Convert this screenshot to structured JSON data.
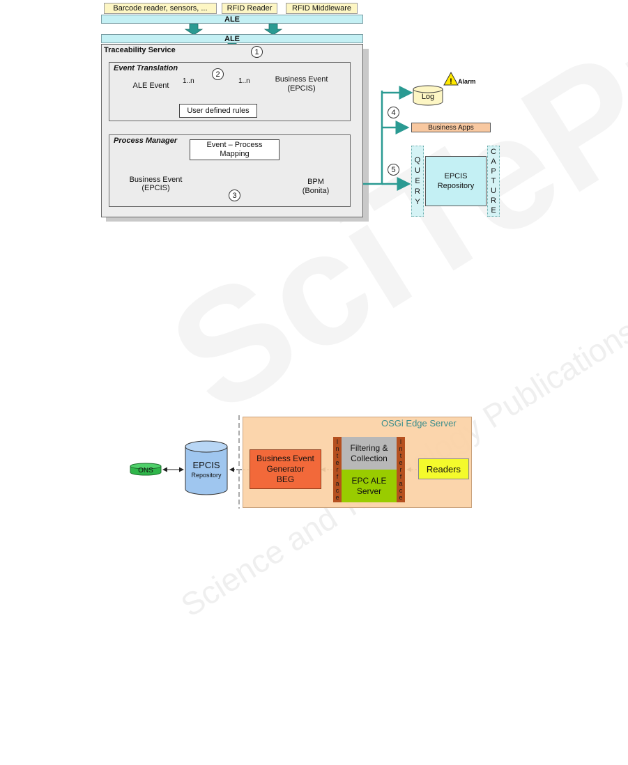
{
  "watermark": {
    "logo_text": "SciTePress",
    "tagline": "Science and Technology Publications"
  },
  "figure1": {
    "sources": [
      "Barcode reader, sensors, ...",
      "RFID Reader",
      "RFID Middleware"
    ],
    "ale_top": "ALE",
    "ale_second": "ALE",
    "traceability_title": "Traceability Service",
    "event_translation": {
      "title": "Event Translation",
      "ale_event": "ALE Event",
      "mult_left": "1..n",
      "mult_right": "1..n",
      "business_event_line1": "Business Event",
      "business_event_line2": "(EPCIS)",
      "rules": "User defined rules"
    },
    "process_manager": {
      "title": "Process Manager",
      "mapping_line1": "Event – Process",
      "mapping_line2": "Mapping",
      "business_event_line1": "Business Event",
      "business_event_line2": "(EPCIS)",
      "bpm_line1": "BPM",
      "bpm_line2": "(Bonita)"
    },
    "steps": [
      "1",
      "2",
      "3",
      "4",
      "5"
    ],
    "log": "Log",
    "alarm": "Alarm",
    "business_apps": "Business Apps",
    "repository_line1": "EPCIS",
    "repository_line2": "Repository",
    "query_letters": [
      "Q",
      "U",
      "E",
      "R",
      "Y"
    ],
    "capture_letters": [
      "C",
      "A",
      "P",
      "T",
      "U",
      "R",
      "E"
    ]
  },
  "figure2": {
    "server_title": "OSGi Edge Server",
    "ons": "ONS",
    "epcis_line1": "EPCIS",
    "epcis_line2": "Repository",
    "beg_line1": "Business Event",
    "beg_line2": "Generator",
    "beg_line3": "BEG",
    "interface_letters": [
      "I",
      "n",
      "t",
      "e",
      "r",
      "f",
      "a",
      "c",
      "e"
    ],
    "filtering_line1": "Filtering &",
    "filtering_line2": "Collection",
    "ale_server_line1": "EPC ALE",
    "ale_server_line2": "Server",
    "readers": "Readers"
  },
  "colors": {
    "teal_arrow": "#2a9a92",
    "ale_bar": "#c4f0f4",
    "source_box": "#fdf6c4",
    "osgi_bg": "#fbd1a5",
    "beg": "#f2693a",
    "ale_server": "#99cc00",
    "filtering": "#b8b8b8",
    "interface": "#b5501f",
    "readers": "#f4fa2c",
    "ons": "#2fb64a",
    "epcis_cylinder": "#9fc6ef"
  }
}
